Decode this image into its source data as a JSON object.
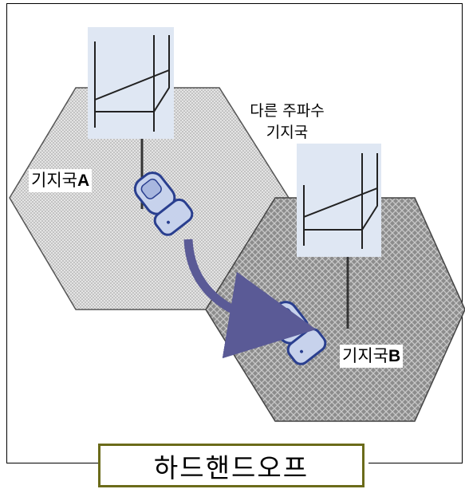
{
  "labels": {
    "station_a_prefix": "기지국",
    "station_a_letter": "A",
    "station_b_prefix": "기지국",
    "station_b_letter": "B",
    "other_freq_line1": "다른 주파수",
    "other_freq_line2": "기지국"
  },
  "title": "하드핸드오프",
  "colors": {
    "cell_a_fill": "#d6d6d6",
    "cell_b_fill": "#8f8f8f",
    "tower_fill": "#dfe7f3",
    "arrow": "#5a5a96",
    "phone_body": "#c7d2ec",
    "phone_outline": "#2a3f8f",
    "title_border": "#6b6b1a"
  },
  "icons": [
    "base-station-tower-icon",
    "mobile-phone-icon",
    "handoff-arrow-icon"
  ]
}
